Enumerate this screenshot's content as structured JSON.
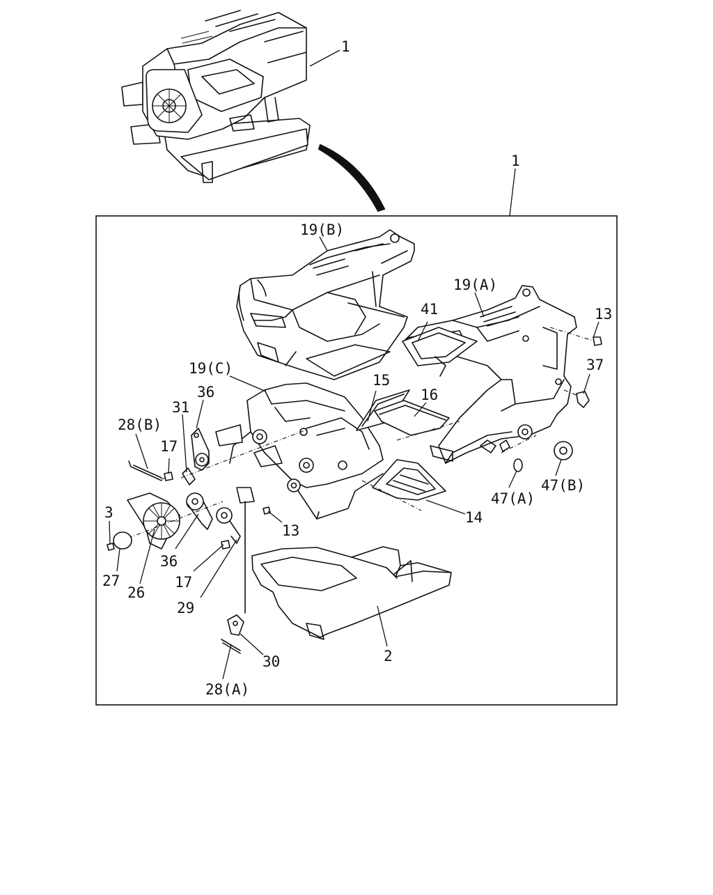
{
  "labels": {
    "overview_1": "1",
    "main_1": "1",
    "l19b": "19(B)",
    "l19a": "19(A)",
    "l19c": "19(C)",
    "l41": "41",
    "l13_right": "13",
    "l37": "37",
    "l15": "15",
    "l16": "16",
    "l36_top": "36",
    "l31": "31",
    "l28b": "28(B)",
    "l17_top": "17",
    "l3": "3",
    "l27": "27",
    "l26": "26",
    "l36_bottom": "36",
    "l17_bottom": "17",
    "l29": "29",
    "l13_mid": "13",
    "l14": "14",
    "l47a": "47(A)",
    "l47b": "47(B)",
    "l2": "2",
    "l30": "30",
    "l28a": "28(A)"
  }
}
